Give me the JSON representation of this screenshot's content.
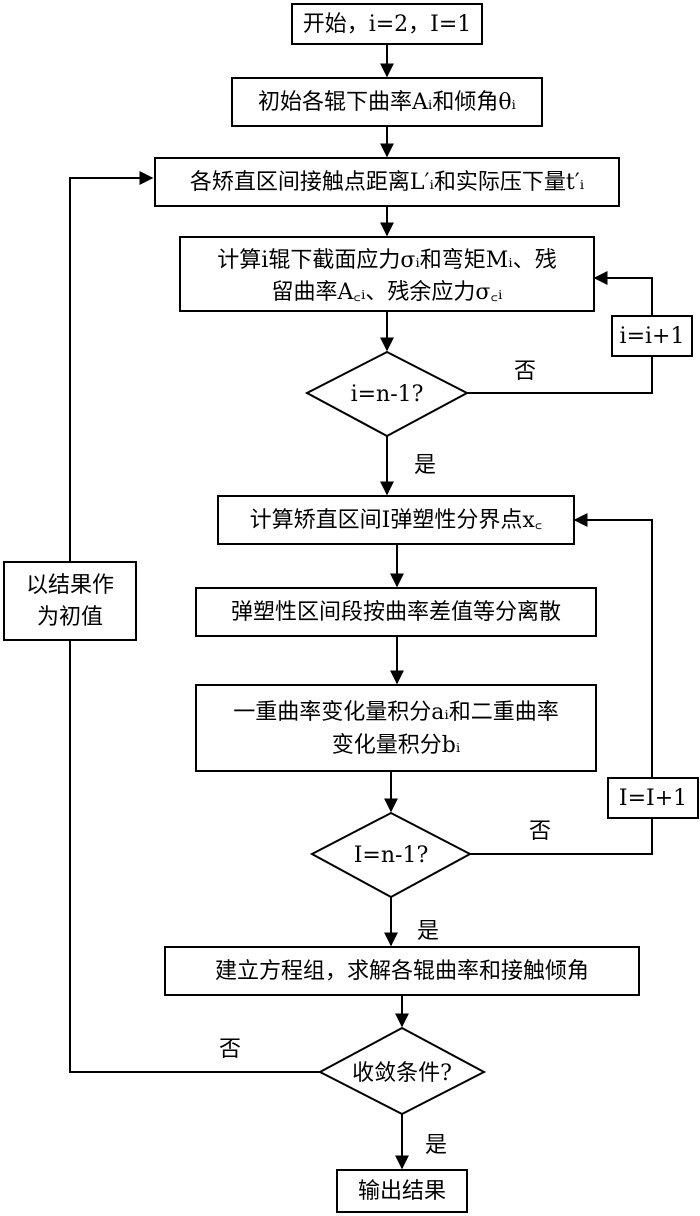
{
  "flowchart": {
    "nodes": {
      "start": "开始，i=2，I=1",
      "init": "初始各辊下曲率Aᵢ和倾角θᵢ",
      "contact": "各矫直区间接触点距离L′ᵢ和实际压下量t′ᵢ",
      "calc_stress": [
        "计算i辊下截面应力σᵢ和弯矩Mᵢ、残",
        "留曲率A꜀ᵢ、残余应力σ꜀ᵢ"
      ],
      "inc_i": "i=i+1",
      "decision_i": "i=n-1?",
      "calc_boundary": "计算矫直区间I弹塑性分界点x꜀",
      "discretize": "弹塑性区间段按曲率差值等分离散",
      "integrate": [
        "一重曲率变化量积分aᵢ和二重曲率",
        "变化量积分bᵢ"
      ],
      "inc_I": "I=I+1",
      "decision_I": "I=n-1?",
      "solve": "建立方程组，求解各辊曲率和接触倾角",
      "decision_conv": "收敛条件?",
      "output": "输出结果",
      "feedback": [
        "以结果作",
        "为初值"
      ]
    },
    "labels": {
      "yes": "是",
      "no": "否"
    }
  }
}
